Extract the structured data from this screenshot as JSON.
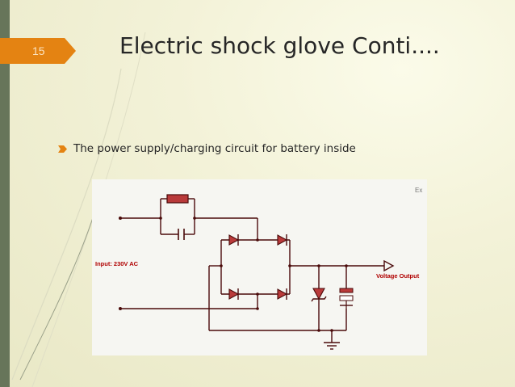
{
  "slide": {
    "number": "15",
    "title": "Electric shock glove Conti....",
    "bullet": "The power supply/charging circuit for battery inside"
  },
  "schematic": {
    "input_label": "Input: 230V AC",
    "output_label": "Voltage Output",
    "corner_label": "Ex"
  },
  "colors": {
    "accent_tag": "#e48312",
    "side_bar": "#67755a",
    "wire": "#4a0a0a",
    "label_red": "#b00000",
    "component_fill": "#b93a3a"
  },
  "icons": [
    "bullet-arrow-icon"
  ]
}
